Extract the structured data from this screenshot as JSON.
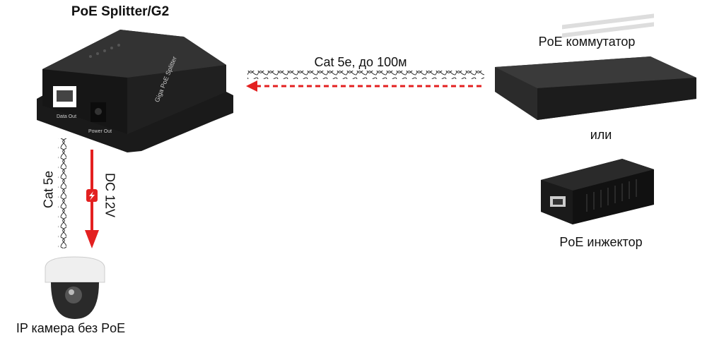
{
  "title": "PoE Splitter/G2",
  "splitter": {
    "device_text": "Giga PoE Splitter",
    "port_data": "Data Out",
    "port_power": "Power Out"
  },
  "uplink_cable": {
    "label": "Cat 5e, до 100м",
    "arrow_color": "#e32020"
  },
  "switch": {
    "label": "PoE коммутатор"
  },
  "or_label": "или",
  "injector": {
    "label": "PoE инжектор"
  },
  "camera_cable": {
    "label": "Cat 5e"
  },
  "power_line": {
    "label": "DC 12V",
    "color": "#e32020",
    "icon": "lightning-icon"
  },
  "camera": {
    "label": "IP камера без PoE"
  }
}
